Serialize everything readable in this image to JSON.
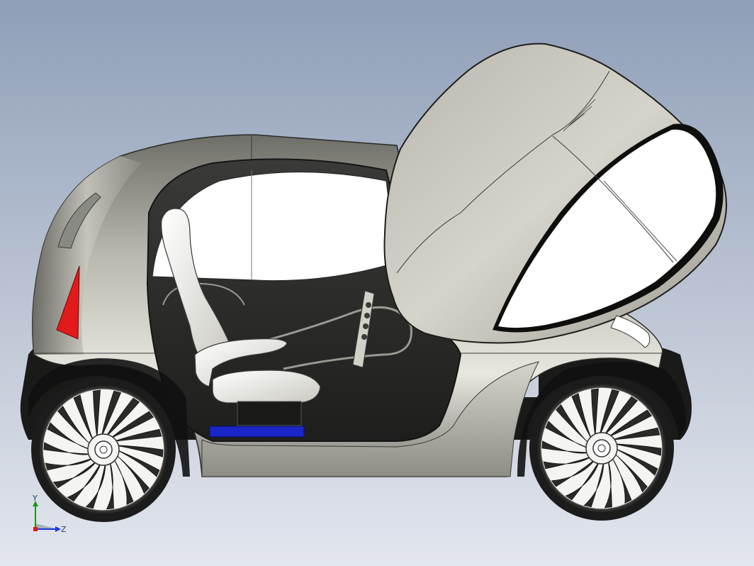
{
  "viewport": {
    "background_top": "#8f9fb8",
    "background_bottom": "#e3e6ed"
  },
  "model": {
    "body_color": "#9a9a92",
    "canopy_color": "#c8c6bd",
    "glass_color": "#ffffff",
    "tail_light_color": "#e21a1a",
    "floor_strip_color": "#1a26c8",
    "tire_color": "#1c1c1c",
    "spoke_count": 18
  },
  "triad": {
    "y_label": "Y",
    "z_label": "Z",
    "y_color": "#1a9a1a",
    "z_color": "#1a3ad8",
    "x_color": "#d81a1a"
  }
}
